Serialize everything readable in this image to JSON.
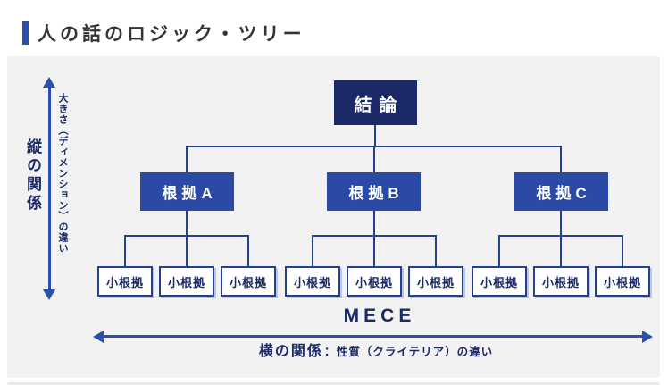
{
  "title": "人の話のロジック・ツリー",
  "colors": {
    "accent_bar": "#2b4fad",
    "root_box": "#1b2a66",
    "branch_box": "#2b4aa5",
    "connector_line": "#24418f",
    "panel_background": "#f2f2f3",
    "navy_text": "#1b2a66"
  },
  "tree": {
    "root": {
      "label": "結論"
    },
    "branches": [
      {
        "label": "根拠A",
        "children": [
          "小根拠",
          "小根拠",
          "小根拠"
        ]
      },
      {
        "label": "根拠B",
        "children": [
          "小根拠",
          "小根拠",
          "小根拠"
        ]
      },
      {
        "label": "根拠C",
        "children": [
          "小根拠",
          "小根拠",
          "小根拠"
        ]
      }
    ]
  },
  "vertical_axis": {
    "label": "縦の関係",
    "sublabel": "大きさ（ディメンション）の違い"
  },
  "horizontal_axis": {
    "mece_label": "MECE",
    "label": "横の関係",
    "separator": "：",
    "sublabel": "性質（クライテリア）の違い"
  }
}
